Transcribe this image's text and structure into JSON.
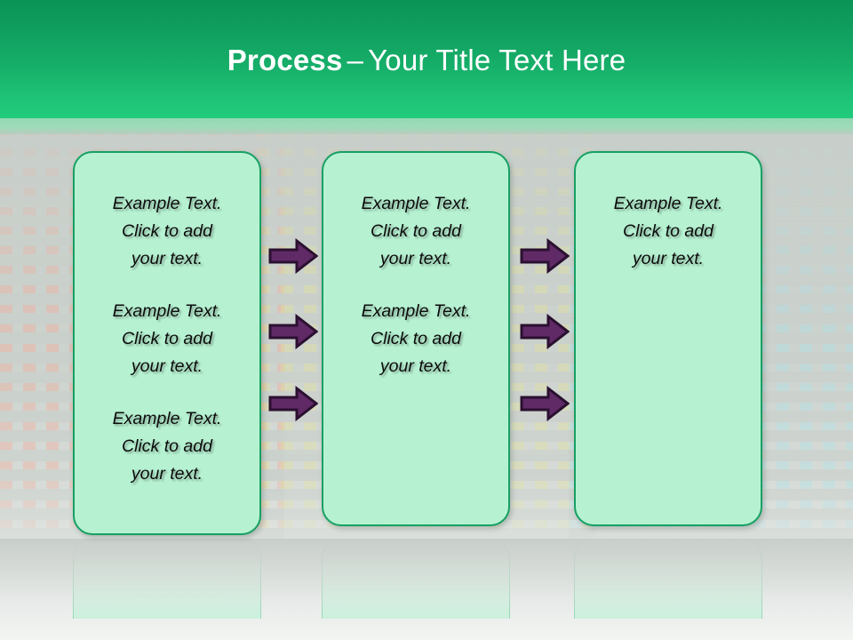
{
  "slide": {
    "title": {
      "strong": "Process",
      "dash": "–",
      "rest": "Your Title Text Here"
    },
    "accent_green": "#17a063",
    "header_green_top": "#0a9456",
    "header_green_bottom": "#21cb7c",
    "box_fill": "#b6f2d2",
    "arrow_fill": "#5f2a66",
    "arrow_outline": "#2b1030",
    "background_gray": "#c9cfca"
  },
  "boxes": [
    {
      "name": "process-box-1",
      "paragraphs": [
        "Example Text.\nClick  to add\nyour text.",
        "Example Text.\nClick  to add\nyour text.",
        "Example Text.\nClick  to add\nyour text."
      ]
    },
    {
      "name": "process-box-2",
      "paragraphs": [
        "Example Text.\nClick  to add\nyour text.",
        "Example Text.\nClick  to add\nyour text."
      ]
    },
    {
      "name": "process-box-3",
      "paragraphs": [
        "Example Text.\nClick  to add\nyour text."
      ]
    }
  ],
  "arrows": {
    "icon": "right-block-arrow-icon",
    "group_1_label": "arrows-between-box-1-and-box-2",
    "group_2_label": "arrows-between-box-2-and-box-3",
    "count_per_group": 3
  }
}
